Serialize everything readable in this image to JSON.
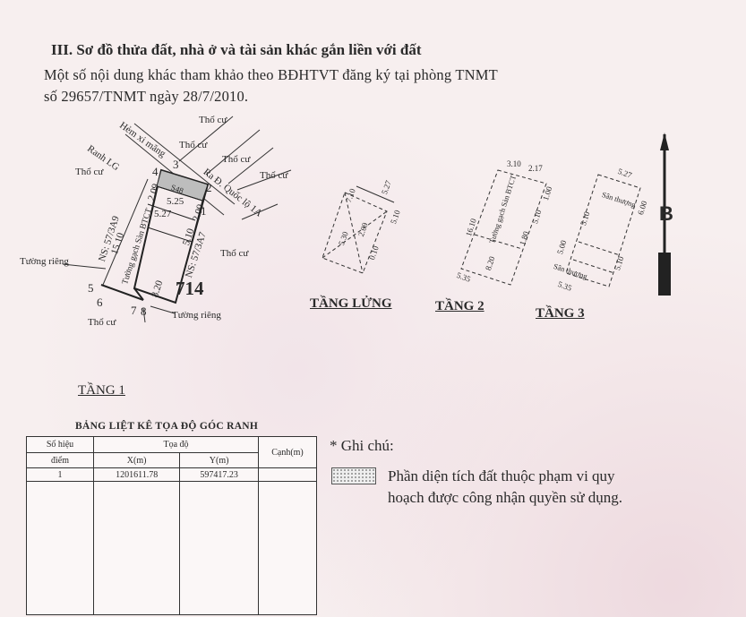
{
  "document": {
    "heading": "III. Sơ đồ thửa đất, nhà ở và tài sản khác gắn liền với đất",
    "note_line1": "Một số nội dung khác tham khảo theo BĐHTVT đăng ký tại phòng TNMT",
    "note_line2": "số 29657/TNMT ngày 28/7/2010."
  },
  "site_plan": {
    "labels": {
      "tho_cu": "Thổ cư",
      "hem": "Hẻm xi măng",
      "ranh": "Ranh LG",
      "road": "Ra Đ. Quốc lộ 1A",
      "ns_left": "NS: 57/3A9",
      "ns_right": "NS: 57/3A7",
      "tuong_rieng": "Tường riêng",
      "house": "Tường gạch Sàn BTCT",
      "s": "S48",
      "parcel_number": "714"
    },
    "dimensions": {
      "d209": "2.09",
      "d525": "5.25",
      "d527": "5.27",
      "d1510": "15.10",
      "d510": "5.10",
      "d820": "8.20",
      "d200": "2.00"
    },
    "points": [
      "1",
      "2",
      "3",
      "4",
      "5",
      "6",
      "7",
      "8"
    ]
  },
  "floors": {
    "tang_lung": "TẦNG LỬNG",
    "tang2": "TẦNG 2",
    "tang3": "TẦNG 3",
    "tang1": "TẦNG 1",
    "lung_dims": [
      "7.10",
      "5.27",
      "5.30",
      "5.10",
      "0.10",
      "2.09"
    ],
    "t2_dims": [
      "3.10",
      "2.17",
      "16.10",
      "1.00",
      "5.10",
      "1.80",
      "8.20",
      "5.35"
    ],
    "t3_dims": [
      "5.27",
      "5.10",
      "6.00",
      "5.00",
      "5.35",
      "5.10"
    ],
    "t2_label": "Tường gạch Sàn BTCT",
    "t3_label": "Sân thượng"
  },
  "compass": {
    "letter": "B"
  },
  "coord_table": {
    "title": "BẢNG LIỆT KÊ TỌA ĐỘ GÓC RANH",
    "headers": {
      "so_hieu": "Số hiệu",
      "diem": "điểm",
      "toa_do": "Tọa độ",
      "x": "X(m)",
      "y": "Y(m)",
      "canh": "Cạnh(m)"
    },
    "rows": [
      {
        "point": "1",
        "x": "1201611.78",
        "y": "597417.23",
        "edge": ""
      }
    ]
  },
  "legend": {
    "ghi_chu": "* Ghi chú:",
    "line1": "Phần diện tích đất thuộc phạm vi quy",
    "line2": "hoạch được công nhận quyền sử dụng."
  }
}
